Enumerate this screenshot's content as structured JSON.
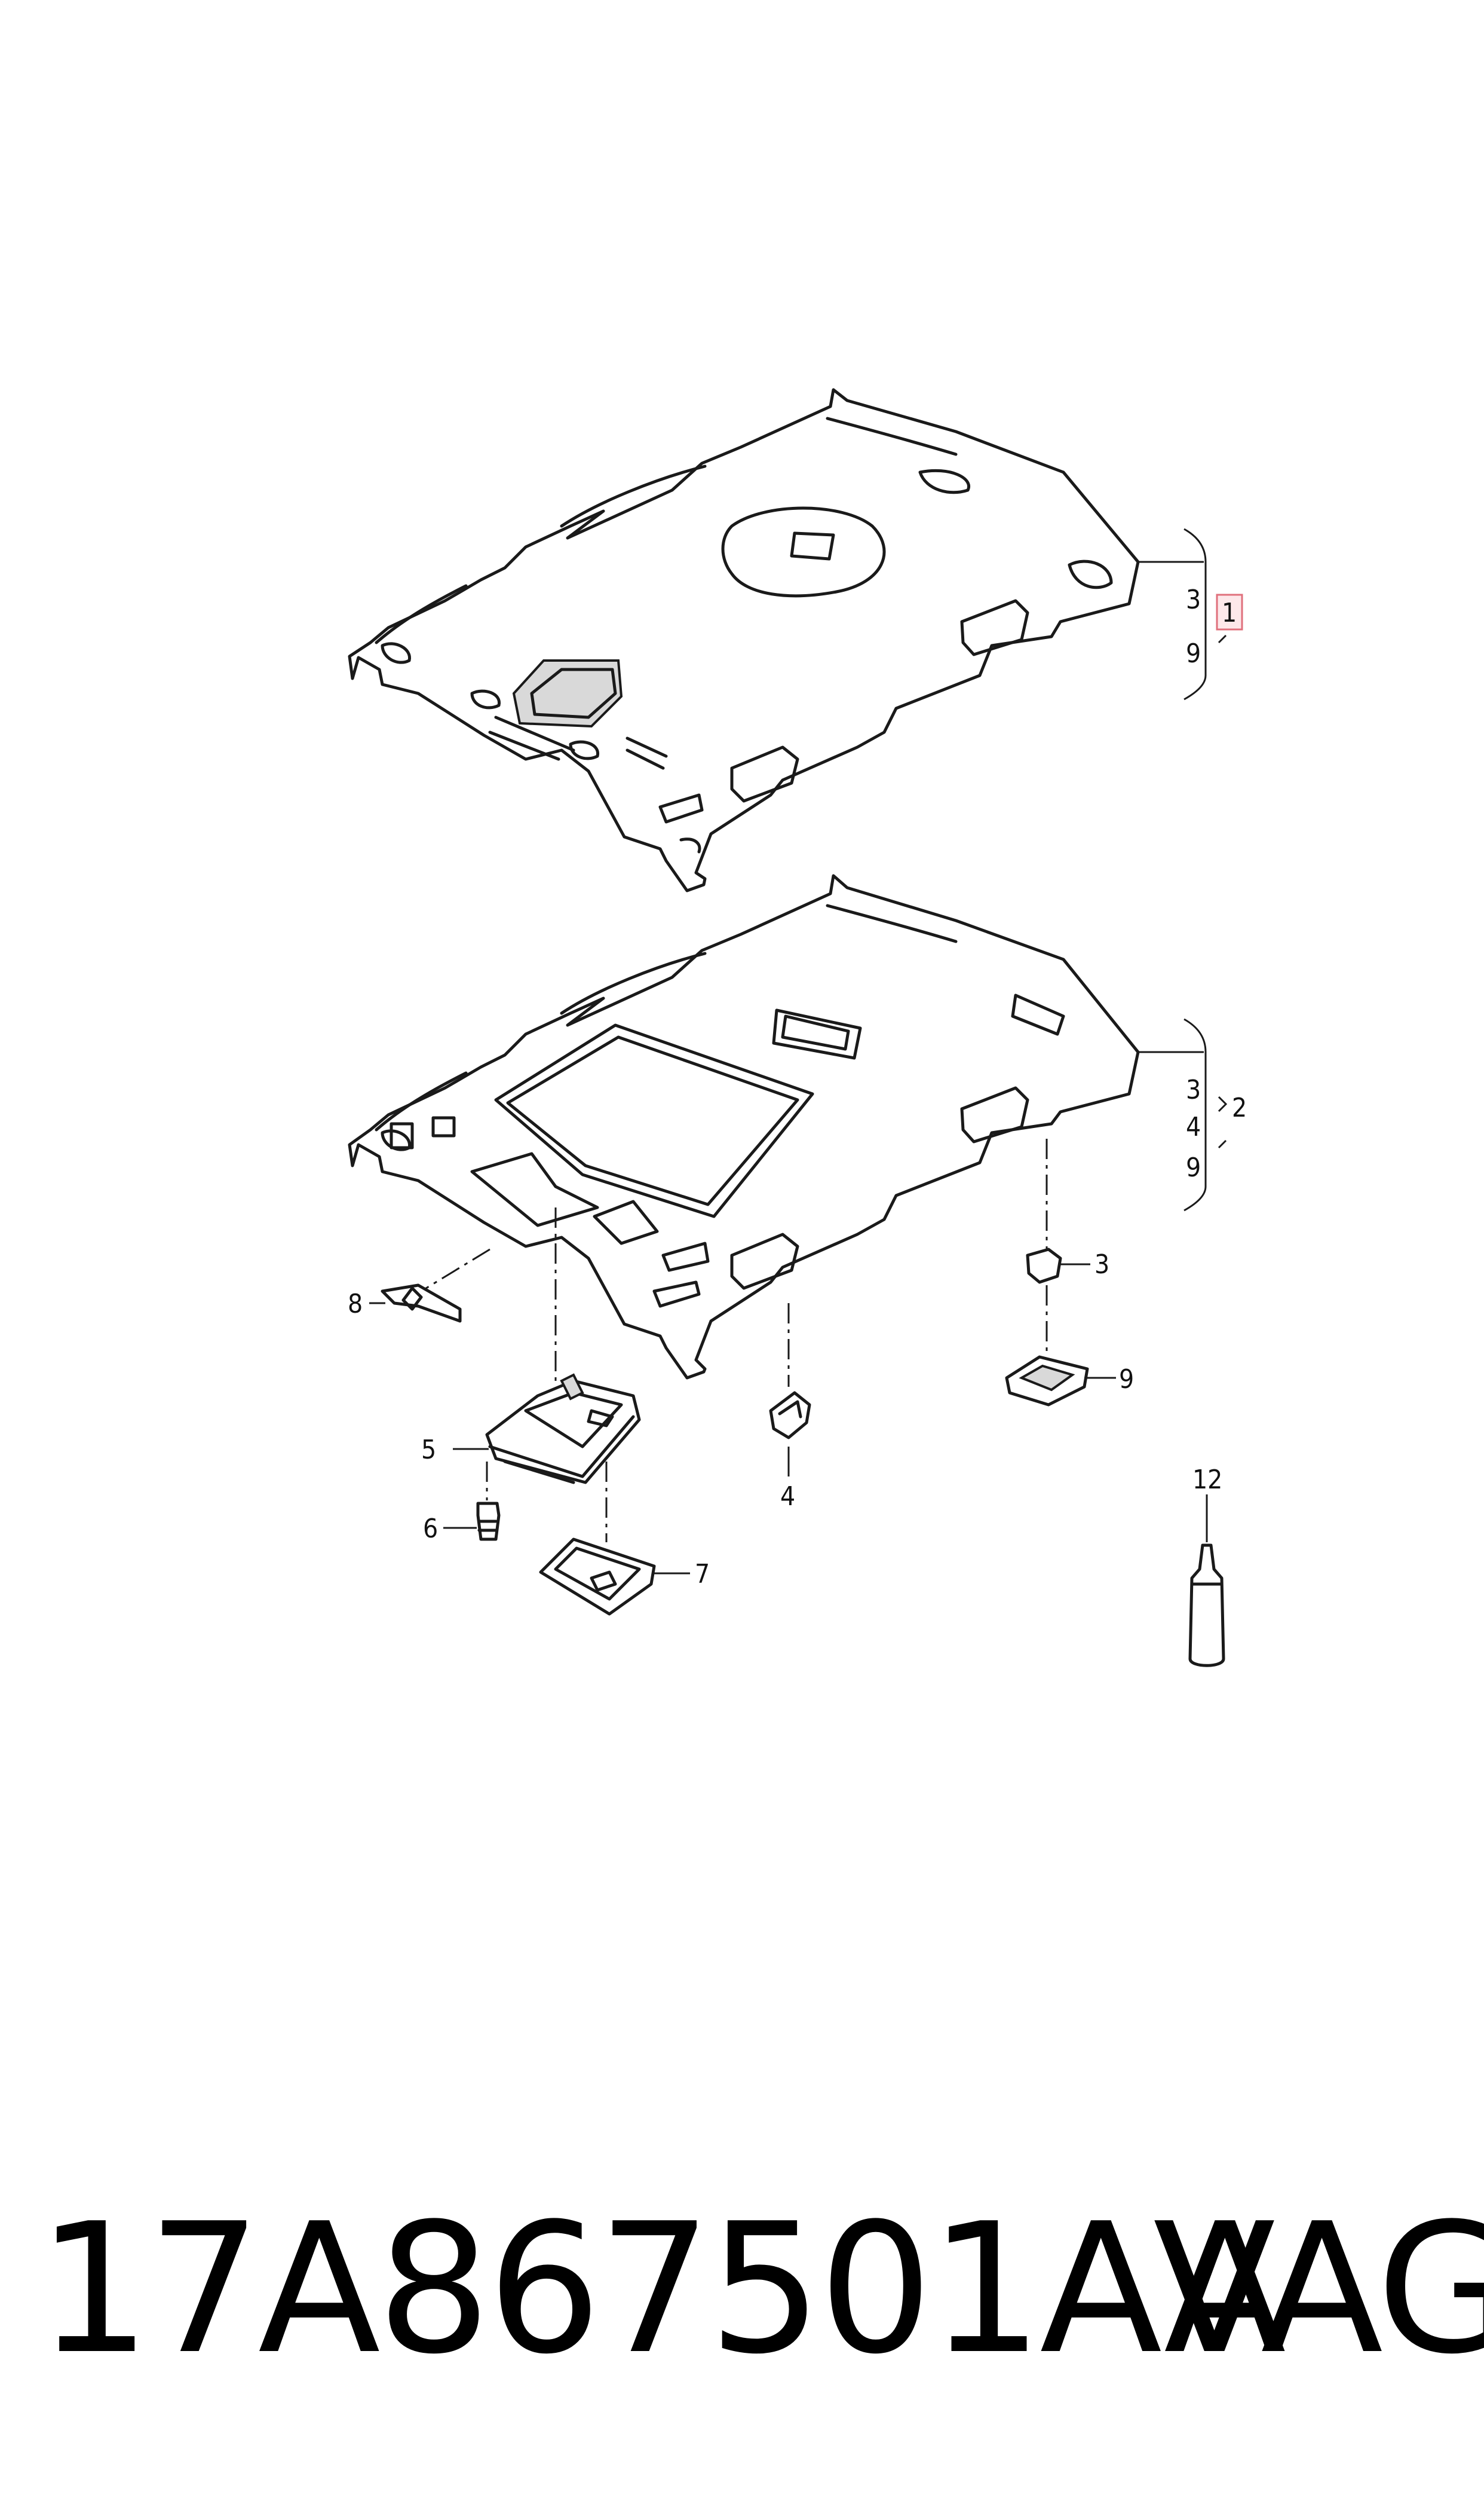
{
  "diagram": {
    "top_assembly": {
      "callouts": [
        "3",
        "1",
        "9"
      ],
      "highlighted": "1"
    },
    "bottom_assembly": {
      "callouts": [
        "3",
        "4",
        "9",
        "2"
      ]
    },
    "parts": {
      "p3": "3",
      "p4": "4",
      "p5": "5",
      "p6": "6",
      "p7": "7",
      "p8": "8",
      "p9": "9",
      "p12": "12"
    }
  },
  "footer": {
    "part_number": "17A867501AA",
    "brand": "VAG"
  }
}
